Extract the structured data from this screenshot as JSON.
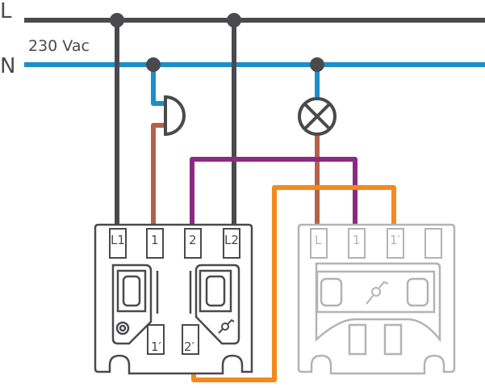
{
  "labels": {
    "line": "L",
    "neutral": "N",
    "voltage": "230 Vac"
  },
  "left_device": {
    "terminals": [
      "L1",
      "1",
      "2",
      "L2"
    ],
    "bottom_terminals": [
      "1′",
      "2′"
    ]
  },
  "right_device": {
    "terminals": [
      "L",
      "1",
      "1′",
      ""
    ]
  },
  "colors": {
    "line": "#4a4a4d",
    "neutral": "#1a8fc8",
    "bell_return": "#b5614a",
    "traveller_1": "#8b2a82",
    "traveller_2": "#f28a1e",
    "device_active": "#4a4a4d",
    "device_inactive": "#b3b3b3"
  }
}
